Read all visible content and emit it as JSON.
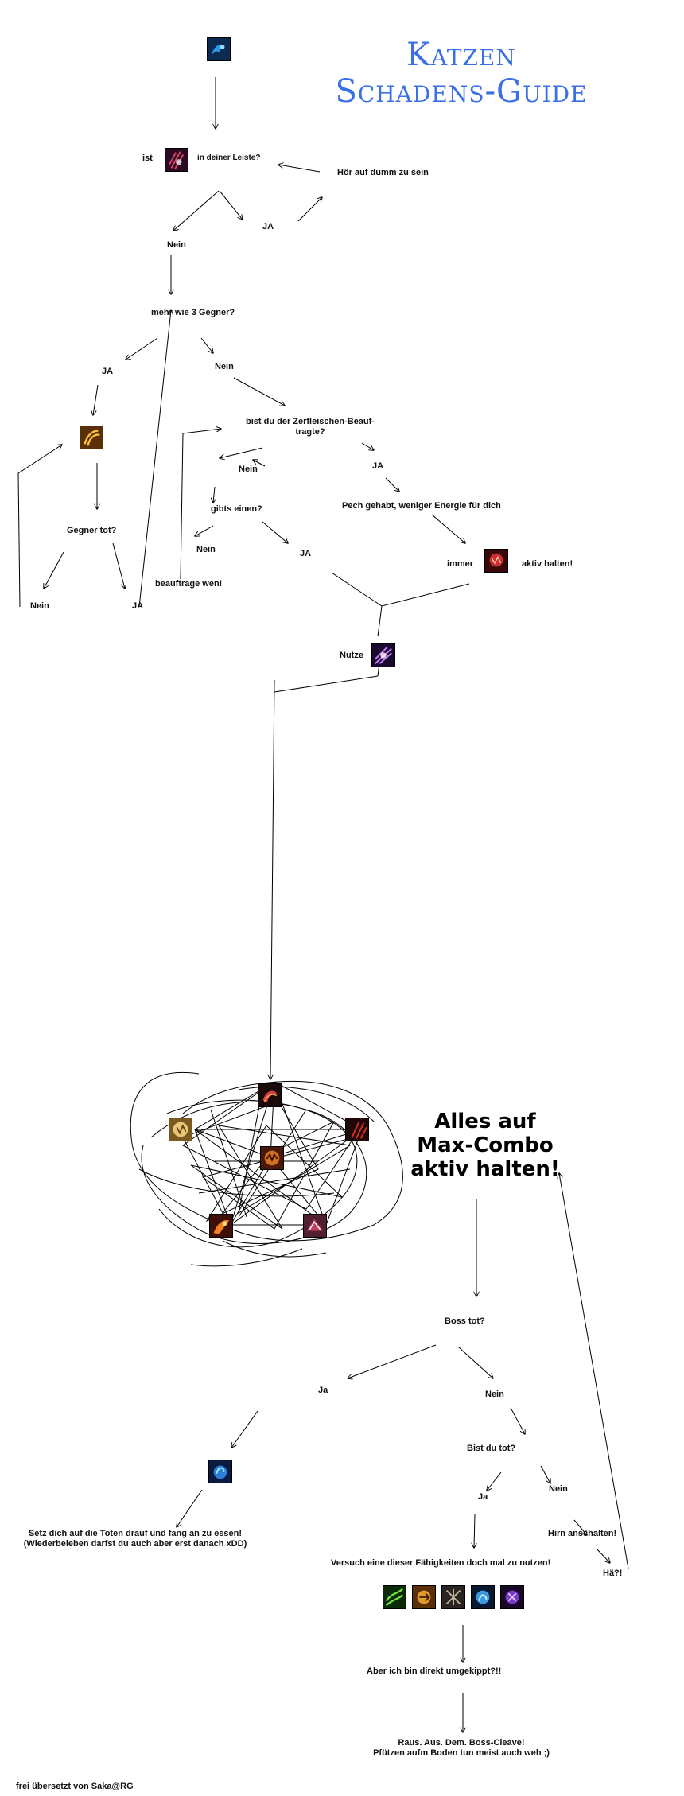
{
  "title": {
    "line1": "Katzen",
    "line2": "Schadens-Guide"
  },
  "labels": {
    "ist": "ist",
    "in_leiste": "in deiner Leiste?",
    "dumm": "Hör auf dumm zu sein",
    "ja_top": "JA",
    "nein_top": "Nein",
    "mehr_3": "mehr wie 3 Gegner?",
    "ja_left": "JA",
    "nein_mid": "Nein",
    "beauftragte_1": "bist du der Zerfleischen-Beauf-",
    "beauftragte_2": "tragte?",
    "nein_b": "Nein",
    "ja_b": "JA",
    "gibts": "gibts einen?",
    "pech": "Pech gehabt, weniger Energie für dich",
    "nein_g": "Nein",
    "ja_g": "JA",
    "immer": "immer",
    "aktiv": "aktiv halten!",
    "gegner_tot": "Gegner tot?",
    "beauftrage_wen": "beauftrage wen!",
    "nein_gt": "Nein",
    "ja_gt": "JA",
    "nutze": "Nutze",
    "alles_1": "Alles auf",
    "alles_2": "Max-Combo",
    "alles_3": "aktiv halten!",
    "boss_tot": "Boss tot?",
    "ja_boss": "Ja",
    "nein_boss": "Nein",
    "bist_tot": "Bist du tot?",
    "ja_tot": "Ja",
    "nein_tot": "Nein",
    "hirn": "Hirn anschalten!",
    "ha": "Hä?!",
    "setz_1": "Setz dich auf die Toten drauf und fang an zu essen!",
    "setz_2": "(Wiederbeleben darfst du auch aber erst danach xDD)",
    "versuch": "Versuch eine dieser Fähigkeiten doch mal zu nutzen!",
    "umgekippt": "Aber ich bin direkt umgekippt?!!",
    "raus_1": "Raus. Aus. Dem. Boss-Cleave!",
    "raus_2": "Pfützen aufm Boden tun meist auch weh ;)",
    "credit": "frei übersetzt von Saka@RG"
  },
  "icons": [
    {
      "name": "cat-form-icon",
      "color": "#2a7fd0"
    },
    {
      "name": "claw-slash-icon",
      "color": "#b02040"
    },
    {
      "name": "swipe-icon",
      "color": "#c07a20"
    },
    {
      "name": "mangle-icon",
      "color": "#b02828"
    },
    {
      "name": "tigers-fury-icon",
      "color": "#8a3cc8"
    },
    {
      "name": "rip-icon",
      "color": "#c83030"
    },
    {
      "name": "shred-icon",
      "color": "#d8b060"
    },
    {
      "name": "rake-icon",
      "color": "#c05010"
    },
    {
      "name": "ferocious-bite-icon",
      "color": "#a02020"
    },
    {
      "name": "savage-roar-icon",
      "color": "#d06010"
    },
    {
      "name": "pounce-icon",
      "color": "#b03050"
    },
    {
      "name": "rebirth-icon",
      "color": "#2a80d8"
    },
    {
      "name": "survival-icon",
      "color": "#3cae32"
    },
    {
      "name": "dash-icon",
      "color": "#d89030"
    },
    {
      "name": "barkskin-icon",
      "color": "#807060"
    },
    {
      "name": "frenzied-icon",
      "color": "#3090d0"
    },
    {
      "name": "maim-icon",
      "color": "#7030b0"
    }
  ]
}
